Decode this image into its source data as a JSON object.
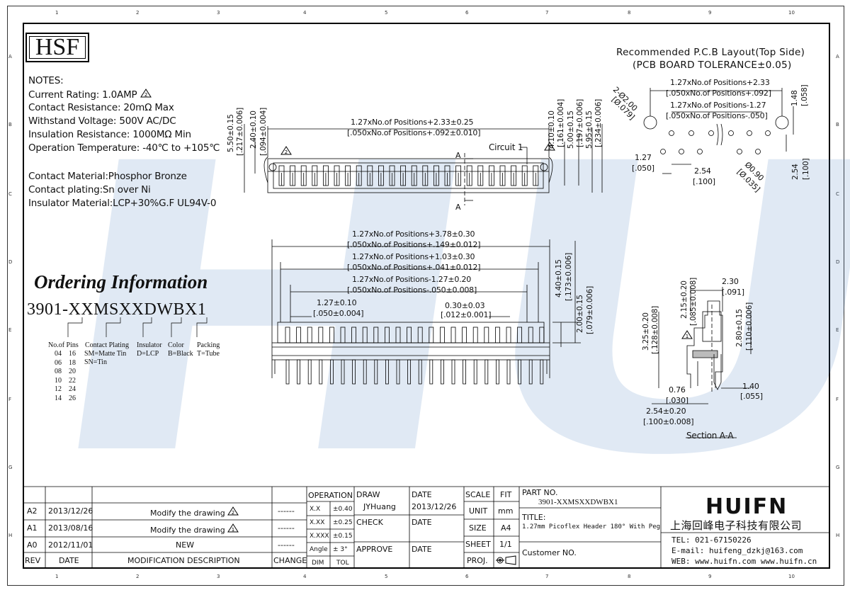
{
  "zones": {
    "numbers": [
      "1",
      "2",
      "3",
      "4",
      "5",
      "6",
      "7",
      "8",
      "9",
      "10"
    ],
    "letters": [
      "A",
      "B",
      "C",
      "D",
      "E",
      "F",
      "G",
      "H"
    ]
  },
  "logo": {
    "text": "HSF"
  },
  "watermark": {
    "text": "HUIFN"
  },
  "notes": {
    "header": "NOTES:",
    "current_rating": "Current Rating: 1.0AMP",
    "contact_resistance": "Contact Resistance: 20mΩ Max",
    "withstand_voltage": "Withstand Voltage: 500V AC/DC",
    "insulation_resistance": "Insulation Resistance: 1000MΩ Min",
    "operation_temperature": "Operation Temperature: -40℃ to +105℃",
    "contact_material": "Contact Material:Phosphor Bronze",
    "contact_plating": "Contact plating:Sn over Ni",
    "insulator_material": "Insulator Material:LCP+30%G.F UL94V-0"
  },
  "pcb_layout": {
    "title_line1": "Recommended P.C.B Layout(Top Side)",
    "title_line2": "(PCB BOARD TOLERANCE±0.05)",
    "dim1_mm": "1.27xNo.of Positions+2.33",
    "dim1_in": "[.050xNo.of Positions+.092]",
    "dim2_mm": "1.27xNo.of Positions-1.27",
    "dim2_in": "[.050xNo.of Positions-.050]",
    "hole_big": "2-Ø2.00",
    "hole_big_in": "[Ø.079]",
    "hole_small": "Ø0.90",
    "hole_small_in": "[Ø.035]",
    "pitch_x": "1.27",
    "pitch_x_in": "[.050]",
    "pitch_y": "2.54",
    "pitch_y_in": "[.100]",
    "row_gap": "2.54",
    "row_gap_in": "[.100]",
    "edge": "1.48",
    "edge_in": "[.058]"
  },
  "top_view": {
    "length_mm": "1.27xNo.of Positions+2.33±0.25",
    "length_in": "[.050xNo.of Positions+.092±0.010]",
    "h1": "5.50±0.15",
    "h1_in": "[.217±0.006]",
    "h2": "2.40±0.10",
    "h2_in": "[.094±0.004]",
    "r1": "4.10±0.10",
    "r1_in": "[.161±0.004]",
    "r2": "5.00±0.15",
    "r2_in": "[.197±0.006]",
    "r3": "5.95±0.15",
    "r3_in": "[.234±0.006]",
    "circuit": "Circuit 1",
    "section_mark": "A"
  },
  "front_view": {
    "d1_mm": "1.27xNo.of Positions+3.78±0.30",
    "d1_in": "[.050xNo.of Positions+.149±0.012]",
    "d2_mm": "1.27xNo.of Positions+1.03±0.30",
    "d2_in": "[.050xNo.of Positions+.041±0.012]",
    "d3_mm": "1.27xNo.of Positions-1.27±0.20",
    "d3_in": "[.050xNo.of Positions-.050±0.008]",
    "pitch": "1.27±0.10",
    "pitch_in": "[.050±0.004]",
    "pin_w": "0.30±0.03",
    "pin_w_in": "[.012±0.001]",
    "h1": "4.40±0.15",
    "h1_in": "[.173±0.006]",
    "h2": "2.00±0.15",
    "h2_in": "[.079±0.006]"
  },
  "section_view": {
    "label": "Section A-A",
    "w1": "2.30",
    "w1_in": "[.091]",
    "w2": "2.15±0.20",
    "w2_in": "[.085±0.008]",
    "h1": "3.25±0.20",
    "h1_in": "[.128±0.008]",
    "h2": "2.80±0.15",
    "h2_in": "[.110±0.006]",
    "t1": "0.76",
    "t1_in": "[.030]",
    "t2": "1.40",
    "t2_in": "[.055]",
    "t3": "2.54±0.20",
    "t3_in": "[.100±0.008]"
  },
  "ordering": {
    "title": "Ordering Information",
    "code": "3901-XXMSXXDWBX1",
    "labels": {
      "pins": "No.of Pins",
      "plating": "Contact Plating",
      "insulator": "Insulator",
      "color": "Color",
      "packing": "Packing"
    },
    "pins_col1": [
      "04",
      "06",
      "08",
      "10",
      "12",
      "14"
    ],
    "pins_col2": [
      "16",
      "18",
      "20",
      "22",
      "24",
      "26"
    ],
    "plating_opts": [
      "SM=Matte Tin",
      "SN=Tin"
    ],
    "insulator_opt": "D=LCP",
    "color_opt": "B=Black",
    "packing_opt": "T=Tube"
  },
  "title_block": {
    "revisions": [
      {
        "rev": "A2",
        "date": "2013/12/26",
        "desc": "Modify the drawing",
        "tri": "2",
        "change": "------"
      },
      {
        "rev": "A1",
        "date": "2013/08/16",
        "desc": "Modify the drawing",
        "tri": "1",
        "change": "------"
      },
      {
        "rev": "A0",
        "date": "2012/11/01",
        "desc": "NEW",
        "tri": "",
        "change": "------"
      }
    ],
    "headers": {
      "rev": "REV",
      "date": "DATE",
      "desc": "MODIFICATION DESCRIPTION",
      "change": "CHANGE"
    },
    "operation": "OPERATION",
    "tolerances": [
      {
        "k": "X.X",
        "v": "±0.40"
      },
      {
        "k": "X.XX",
        "v": "±0.25"
      },
      {
        "k": "X.XXX",
        "v": "±0.15"
      },
      {
        "k": "Angle",
        "v": "± 3°"
      }
    ],
    "dim_label": "DIM",
    "tol_label": "TOL",
    "draw_label": "DRAW",
    "draw_name": "JYHuang",
    "check_label": "CHECK",
    "approve_label": "APPROVE",
    "date_label": "DATE",
    "draw_date": "2013/12/26",
    "scale_label": "SCALE",
    "scale_value": "FIT",
    "unit_label": "UNIT",
    "unit_value": "mm",
    "size_label": "SIZE",
    "size_value": "A4",
    "sheet_label": "SHEET",
    "sheet_value": "1/1",
    "proj_label": "PROJ.",
    "part_no_label": "PART NO.",
    "part_no": "3901-XXMSXXDWBX1",
    "title_label": "TITLE:",
    "title_value": "1.27mm Picoflex Header 180° With Peg",
    "customer_label": "Customer NO.",
    "company_logo": "HUIFN",
    "company_cn": "上海回峰电子科技有限公司",
    "tel": "TEL: 021-67150226",
    "email": "E-mail: huifeng_dzkj@163.com",
    "web": "WEB: www.huifn.com  www.huifn.cn"
  }
}
